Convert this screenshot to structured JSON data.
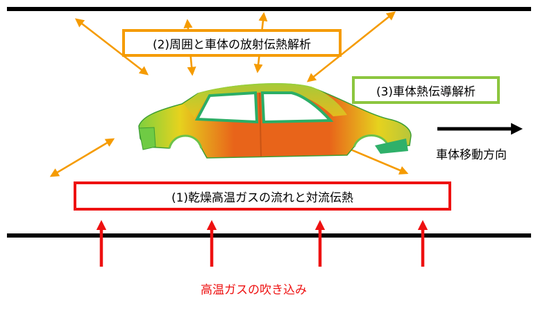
{
  "labels": {
    "radiation": "(2)周囲と車体の放射伝熱解析",
    "conduction": "(3)車体熱伝導解析",
    "flow": "(1)乾燥高温ガスの流れと対流伝熱",
    "direction": "車体移動方向",
    "injection": "高温ガスの吹き込み"
  },
  "colors": {
    "radiation_orange": "#F59B00",
    "conduction_green": "#8CC63F",
    "flow_red": "#EE1111",
    "rail_black": "#000000",
    "car_orange": "#E8641A",
    "car_yellow": "#E6D21E",
    "car_green": "#5EC84A"
  },
  "icons": [
    "radiation-arrow-icon",
    "car-body-model-icon",
    "direction-arrow-icon",
    "gas-injection-arrow-icon"
  ]
}
